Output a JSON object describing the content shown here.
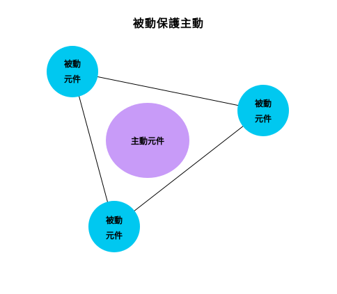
{
  "title": "被動保護主動",
  "colors": {
    "passive_fill": "#00c8f0",
    "active_fill": "#c89bf8",
    "edge": "#000000"
  },
  "nodes": {
    "passive_top_left": {
      "line1": "被動",
      "line2": "元件"
    },
    "passive_right": {
      "line1": "被動",
      "line2": "元件"
    },
    "passive_bottom": {
      "line1": "被動",
      "line2": "元件"
    },
    "active_center": {
      "label": "主動元件"
    }
  }
}
